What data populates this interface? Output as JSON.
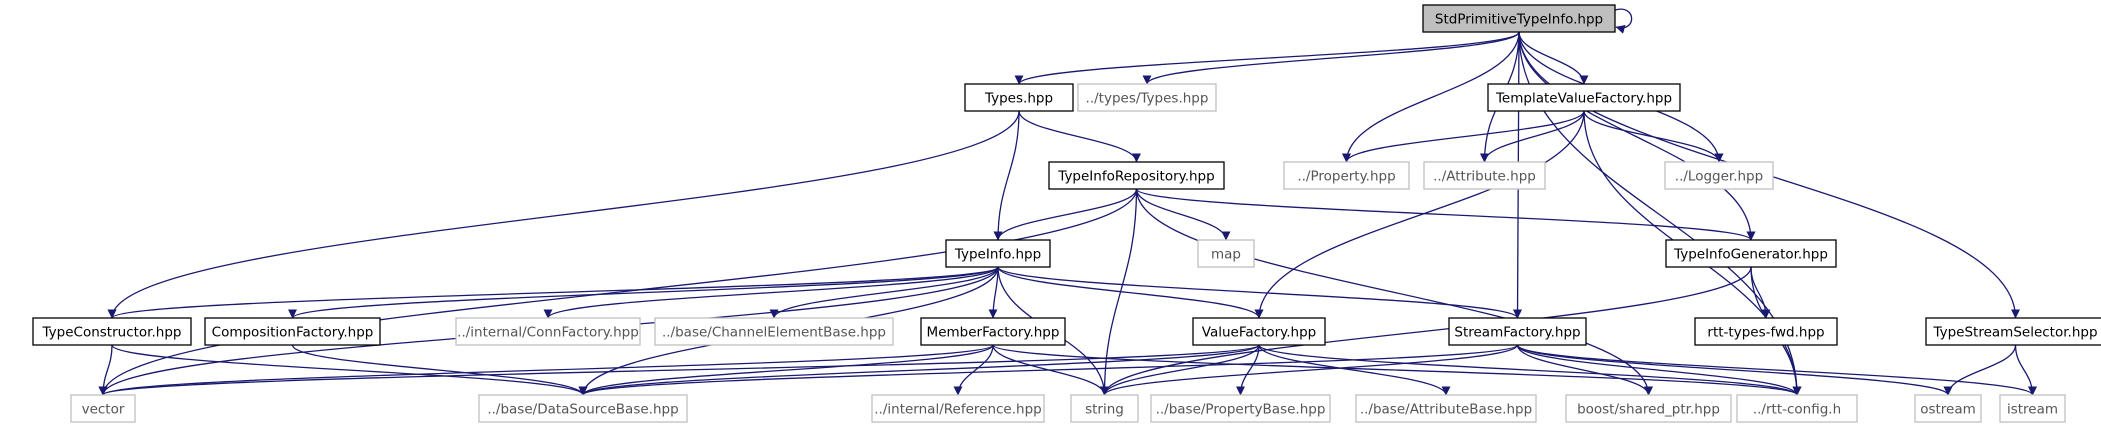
{
  "colors": {
    "edge": "#191970",
    "focus_fill": "#bfbfbf",
    "border_main": "#000000",
    "border_external": "#bfbfbf",
    "text_main": "#000000",
    "text_external": "#555555"
  },
  "nodes": [
    {
      "id": "root",
      "label": "StdPrimitiveTypeInfo.hpp",
      "kind": "focus"
    },
    {
      "id": "types",
      "label": "Types.hpp",
      "kind": "main"
    },
    {
      "id": "types_types",
      "label": "../types/Types.hpp",
      "kind": "external"
    },
    {
      "id": "tvf",
      "label": "TemplateValueFactory.hpp",
      "kind": "main"
    },
    {
      "id": "tir",
      "label": "TypeInfoRepository.hpp",
      "kind": "main"
    },
    {
      "id": "property",
      "label": "../Property.hpp",
      "kind": "external"
    },
    {
      "id": "attribute",
      "label": "../Attribute.hpp",
      "kind": "external"
    },
    {
      "id": "logger",
      "label": "../Logger.hpp",
      "kind": "external"
    },
    {
      "id": "typeinfo",
      "label": "TypeInfo.hpp",
      "kind": "main"
    },
    {
      "id": "map",
      "label": "map",
      "kind": "external"
    },
    {
      "id": "tig",
      "label": "TypeInfoGenerator.hpp",
      "kind": "main"
    },
    {
      "id": "tc",
      "label": "TypeConstructor.hpp",
      "kind": "main"
    },
    {
      "id": "cf",
      "label": "CompositionFactory.hpp",
      "kind": "main"
    },
    {
      "id": "connf",
      "label": "../internal/ConnFactory.hpp",
      "kind": "external"
    },
    {
      "id": "ceb",
      "label": "../base/ChannelElementBase.hpp",
      "kind": "external"
    },
    {
      "id": "mf",
      "label": "MemberFactory.hpp",
      "kind": "main"
    },
    {
      "id": "vf",
      "label": "ValueFactory.hpp",
      "kind": "main"
    },
    {
      "id": "sf",
      "label": "StreamFactory.hpp",
      "kind": "main"
    },
    {
      "id": "rttfwd",
      "label": "rtt-types-fwd.hpp",
      "kind": "main"
    },
    {
      "id": "tss",
      "label": "TypeStreamSelector.hpp",
      "kind": "main"
    },
    {
      "id": "vector",
      "label": "vector",
      "kind": "external"
    },
    {
      "id": "dsb",
      "label": "../base/DataSourceBase.hpp",
      "kind": "external"
    },
    {
      "id": "ref",
      "label": "../internal/Reference.hpp",
      "kind": "external"
    },
    {
      "id": "string",
      "label": "string",
      "kind": "external"
    },
    {
      "id": "pb",
      "label": "../base/PropertyBase.hpp",
      "kind": "external"
    },
    {
      "id": "ab",
      "label": "../base/AttributeBase.hpp",
      "kind": "external"
    },
    {
      "id": "shptr",
      "label": "boost/shared_ptr.hpp",
      "kind": "external"
    },
    {
      "id": "rttcfg",
      "label": "../rtt-config.h",
      "kind": "external"
    },
    {
      "id": "ostream",
      "label": "ostream",
      "kind": "external"
    },
    {
      "id": "istream",
      "label": "istream",
      "kind": "external"
    }
  ],
  "edges": [
    [
      "root",
      "root"
    ],
    [
      "root",
      "types"
    ],
    [
      "root",
      "types_types"
    ],
    [
      "root",
      "tvf"
    ],
    [
      "root",
      "property"
    ],
    [
      "root",
      "attribute"
    ],
    [
      "root",
      "logger"
    ],
    [
      "root",
      "tig"
    ],
    [
      "root",
      "sf"
    ],
    [
      "root",
      "tss"
    ],
    [
      "root",
      "rttcfg"
    ],
    [
      "types",
      "tir"
    ],
    [
      "types",
      "typeinfo"
    ],
    [
      "types",
      "tc"
    ],
    [
      "tvf",
      "property"
    ],
    [
      "tvf",
      "attribute"
    ],
    [
      "tvf",
      "logger"
    ],
    [
      "tvf",
      "vf"
    ],
    [
      "tvf",
      "rttcfg"
    ],
    [
      "tir",
      "typeinfo"
    ],
    [
      "tir",
      "map"
    ],
    [
      "tir",
      "tig"
    ],
    [
      "tir",
      "vector"
    ],
    [
      "tir",
      "string"
    ],
    [
      "tir",
      "shptr"
    ],
    [
      "typeinfo",
      "tc"
    ],
    [
      "typeinfo",
      "cf"
    ],
    [
      "typeinfo",
      "connf"
    ],
    [
      "typeinfo",
      "ceb"
    ],
    [
      "typeinfo",
      "mf"
    ],
    [
      "typeinfo",
      "vf"
    ],
    [
      "typeinfo",
      "sf"
    ],
    [
      "typeinfo",
      "vector"
    ],
    [
      "typeinfo",
      "dsb"
    ],
    [
      "typeinfo",
      "string"
    ],
    [
      "tig",
      "rttfwd"
    ],
    [
      "tig",
      "string"
    ],
    [
      "tig",
      "rttcfg"
    ],
    [
      "tc",
      "vector"
    ],
    [
      "tc",
      "dsb"
    ],
    [
      "cf",
      "dsb"
    ],
    [
      "mf",
      "vector"
    ],
    [
      "mf",
      "dsb"
    ],
    [
      "mf",
      "ref"
    ],
    [
      "mf",
      "string"
    ],
    [
      "mf",
      "rttcfg"
    ],
    [
      "vf",
      "vector"
    ],
    [
      "vf",
      "dsb"
    ],
    [
      "vf",
      "string"
    ],
    [
      "vf",
      "pb"
    ],
    [
      "vf",
      "ab"
    ],
    [
      "vf",
      "rttcfg"
    ],
    [
      "sf",
      "string"
    ],
    [
      "sf",
      "dsb"
    ],
    [
      "sf",
      "shptr"
    ],
    [
      "sf",
      "rttcfg"
    ],
    [
      "sf",
      "ostream"
    ],
    [
      "sf",
      "istream"
    ],
    [
      "tss",
      "ostream"
    ],
    [
      "tss",
      "istream"
    ]
  ]
}
